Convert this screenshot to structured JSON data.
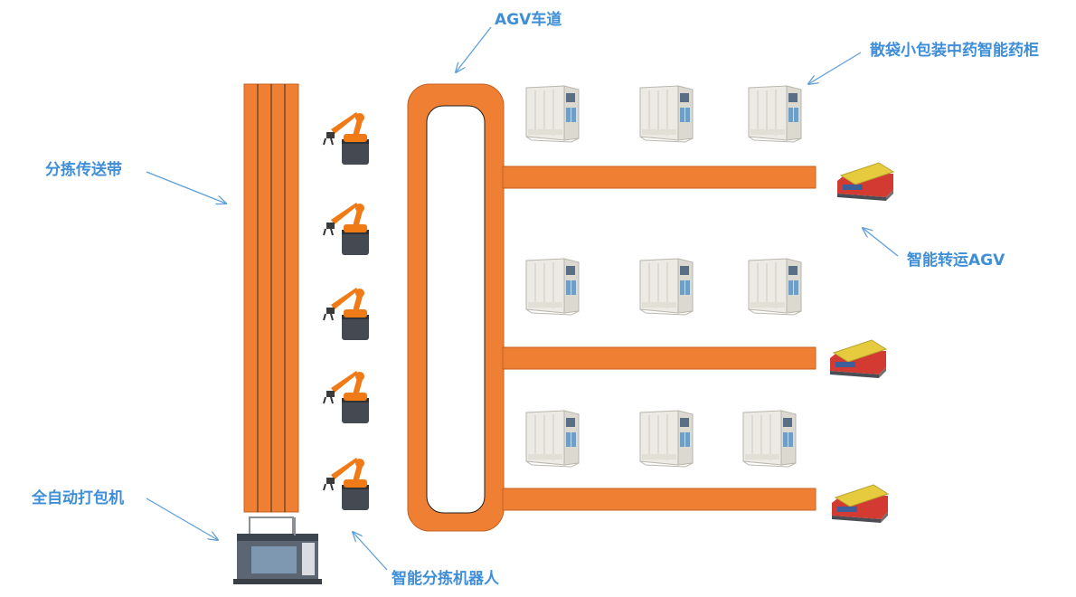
{
  "labels": {
    "agv_lane": "AGV车道",
    "medicine_cabinet": "散袋小包装中药智能药柜",
    "sorting_conveyor": "分拣传送带",
    "smart_agv": "智能转运AGV",
    "auto_packer": "全自动打包机",
    "sorting_robot": "智能分拣机器人"
  },
  "colors": {
    "track_orange": "#ef8033",
    "track_stroke": "#c4601f",
    "label_blue": "#3f8ed8",
    "robot_orange": "#f07a16",
    "robot_base": "#454a52",
    "cabinet_fill": "#eceae4",
    "agv_red": "#d23a32",
    "agv_yellow": "#e6cb3f"
  },
  "components": {
    "robot_count": 5,
    "cabinet_rows": 3,
    "cabinets_per_row": 3,
    "agv_count": 3,
    "conveyor_lanes": 4
  }
}
